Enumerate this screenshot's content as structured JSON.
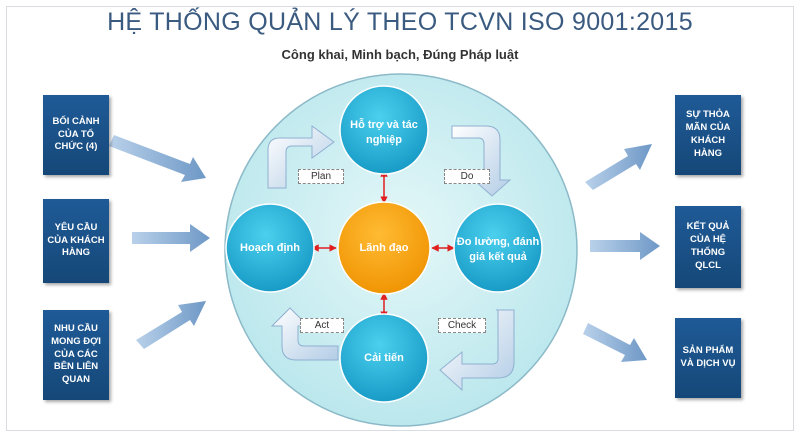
{
  "title": "HỆ THỐNG QUẢN LÝ THEO TCVN ISO 9001:2015",
  "subtitle": "Công khai, Minh bạch, Đúng Pháp luật",
  "inputs": [
    {
      "label": "BỐI CẢNH CỦA TỔ CHỨC (4)"
    },
    {
      "label": "YÊU CẦU CỦA KHÁCH HÀNG"
    },
    {
      "label": "NHU CẦU MONG ĐỢI CỦA CÁC BÊN LIÊN QUAN"
    }
  ],
  "outputs": [
    {
      "label": "SỰ THỎA MÃN CỦA KHÁCH HÀNG"
    },
    {
      "label": "KẾT QUẢ CỦA HỆ THỐNG QLCL"
    },
    {
      "label": "SẢN PHẨM VÀ DỊCH VỤ"
    }
  ],
  "cycle": {
    "center": "Lãnh đạo",
    "top": "Hỗ trợ và tác nghiệp",
    "left": "Hoạch định",
    "right": "Đo lường, đánh giá kết quả",
    "bottom": "Cải tiến"
  },
  "steps": {
    "plan": "Plan",
    "do": "Do",
    "check": "Check",
    "act": "Act"
  },
  "colors": {
    "title": "#3b5a80",
    "box": "#1a5189",
    "big_circle": "#c5ecef",
    "node": "#1db0d6",
    "center": "#f5a10b",
    "connector": "#e02020",
    "arrow": "#8fb3d6"
  }
}
